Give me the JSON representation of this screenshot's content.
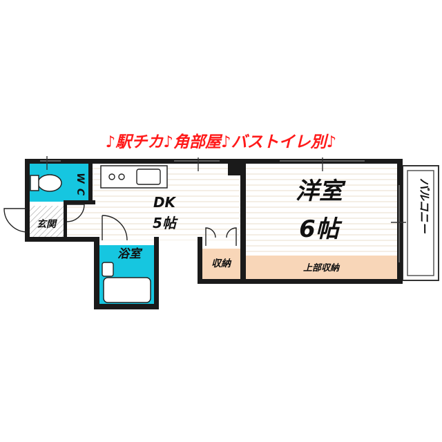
{
  "banner": "♪駅チカ♪角部屋♪バストイレ別♪",
  "rooms": {
    "wc": "WC",
    "wc_w": "W",
    "wc_c": "C",
    "genkan": "玄関",
    "dk_name": "DK",
    "dk_size": "5帖",
    "bath": "浴室",
    "storage": "収納",
    "western_name": "洋室",
    "western_size": "6帖",
    "upper_storage": "上部収納",
    "balcony": "バルコニー"
  },
  "colors": {
    "banner": "#ff1a1a",
    "wall": "#1a1a1a",
    "wet_area": "#16c6e0",
    "floor_lines": "#e7d9c9",
    "storage_fill": "#f8d6b8",
    "genkan_fill": "#d8d8d8"
  }
}
